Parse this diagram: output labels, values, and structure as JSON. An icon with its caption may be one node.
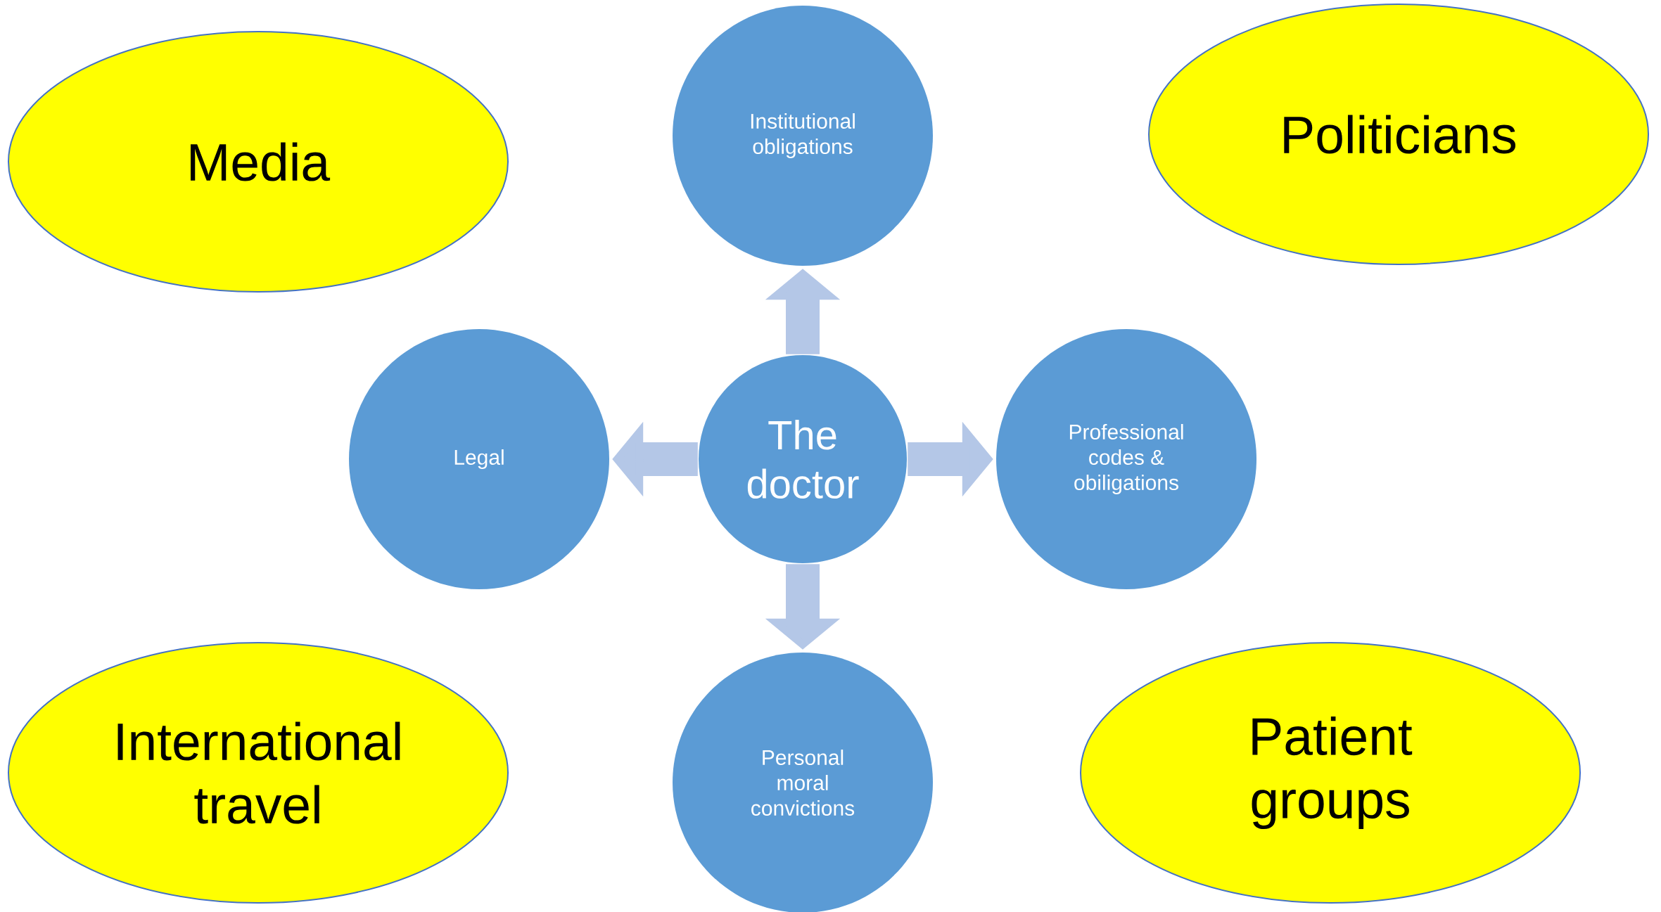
{
  "diagram": {
    "nodes": [
      {
        "text": [
          "Media"
        ]
      },
      {
        "text": [
          "Institutional obligations"
        ]
      },
      {
        "text": [
          "Politicians"
        ]
      },
      {
        "text": [
          "Legal"
        ]
      },
      {
        "text": [
          "The doctor"
        ]
      },
      {
        "text": [
          "Professional codes & obiligations"
        ]
      },
      {
        "text": [
          "International travel"
        ]
      },
      {
        "text": [
          "Personal moral convictions"
        ]
      },
      {
        "text": [
          "Patient groups"
        ]
      }
    ],
    "edges": [
      {
        "from": 4,
        "to": 1,
        "arrow": "to"
      },
      {
        "from": 4,
        "to": 3,
        "arrow": "to"
      },
      {
        "from": 4,
        "to": 5,
        "arrow": "to"
      },
      {
        "from": 4,
        "to": 7,
        "arrow": "to"
      }
    ]
  }
}
